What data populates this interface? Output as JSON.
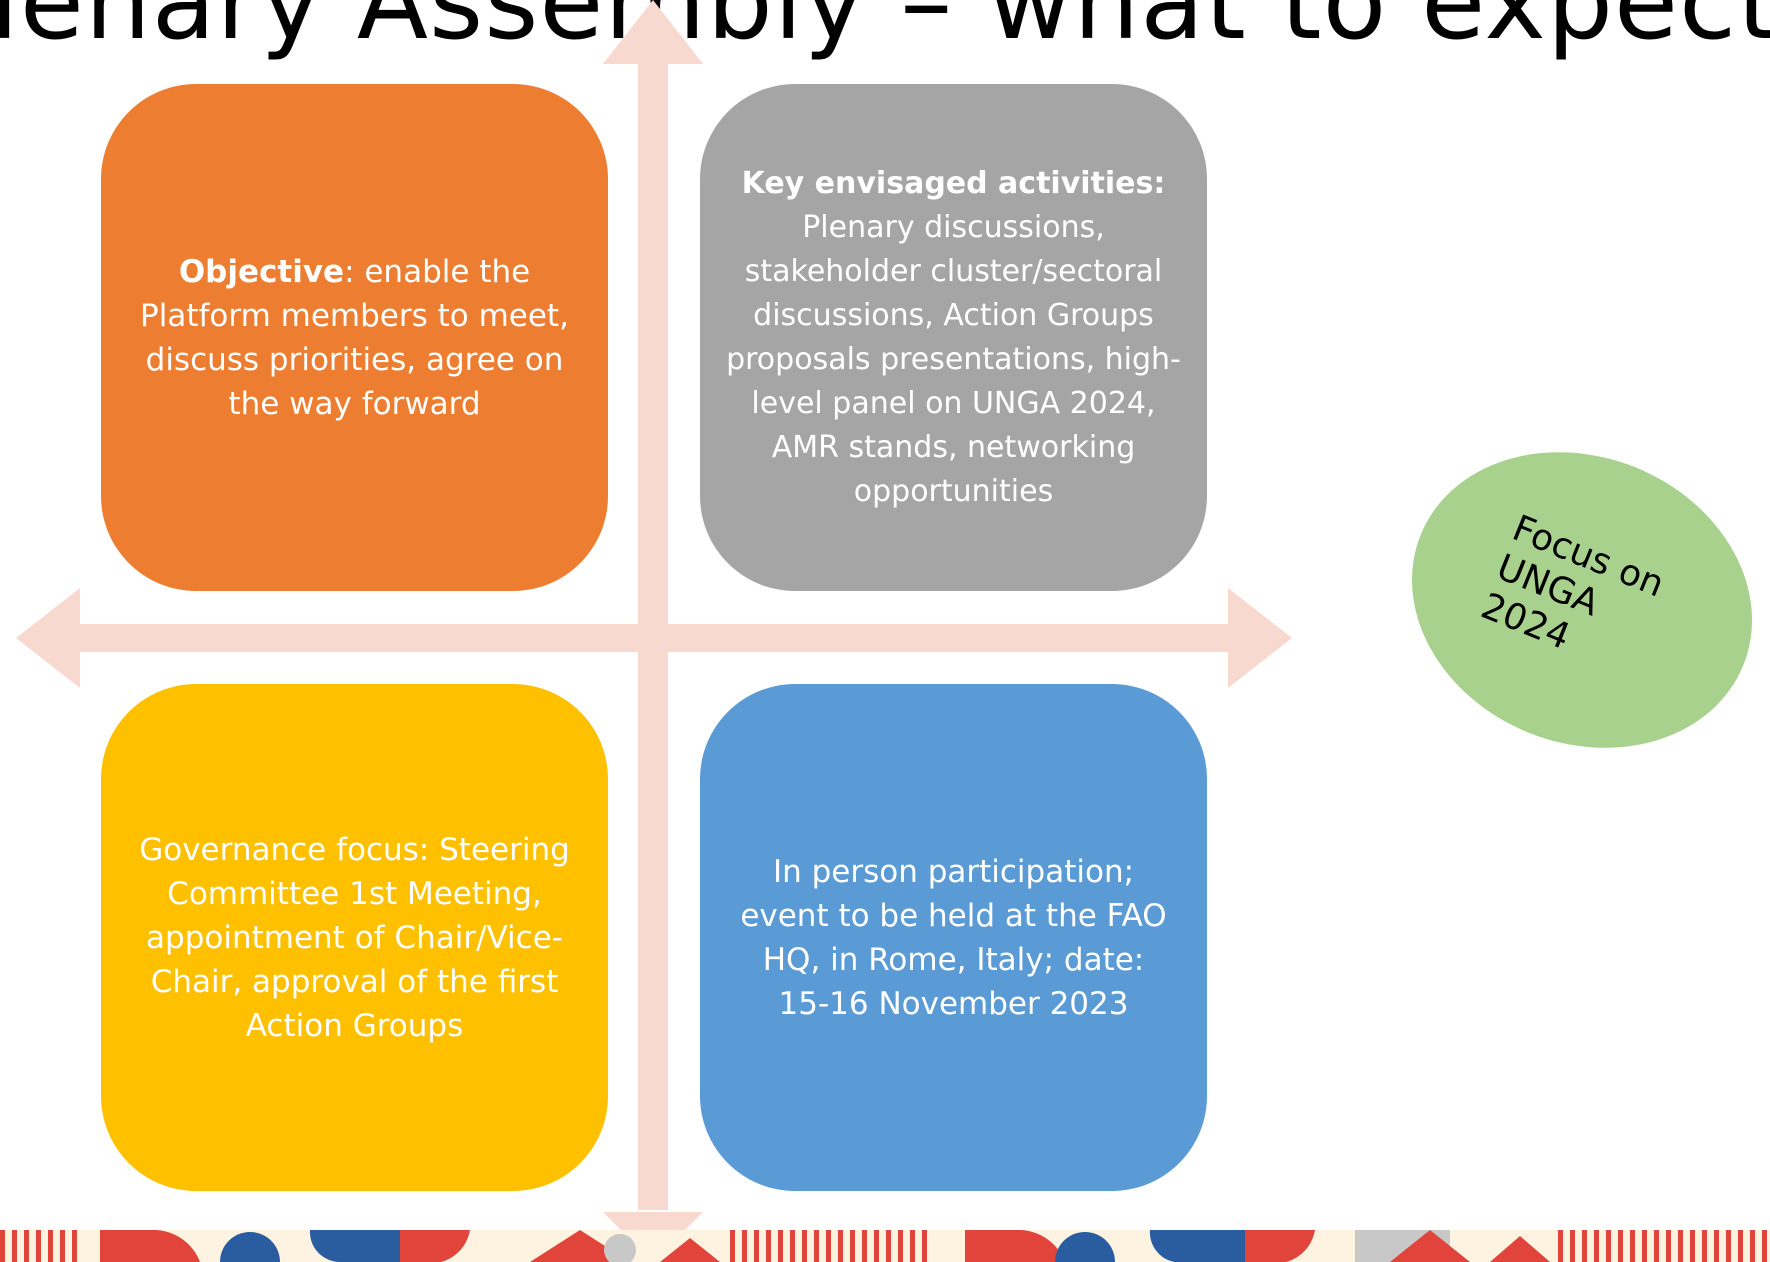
{
  "title": "lenary Assembly – what to expect ?",
  "boxes": {
    "objective": {
      "bold": "Objective",
      "text": ": enable the Platform members to meet, discuss priorities, agree on the way forward",
      "color": "#ed7d31"
    },
    "activities": {
      "bold": "Key envisaged activities:",
      "text": "Plenary discussions, stakeholder cluster/sectoral discussions, Action Groups proposals presentations, high-level panel on UNGA 2024, AMR stands, networking opportunities",
      "color": "#a5a5a5"
    },
    "governance": {
      "text": "Governance focus: Steering Committee 1st Meeting, appointment of Chair/Vice-Chair, approval of the first Action Groups",
      "color": "#ffc000"
    },
    "participation": {
      "text": "In person participation; event to be held at the FAO HQ, in Rome, Italy; date: 15-16 November 2023",
      "color": "#5b9bd5"
    }
  },
  "focus_oval": {
    "text": "Focus on\nUNGA\n2024",
    "color": "#a9d18e"
  },
  "arrow_color": "#f8d9cf",
  "band_colors": [
    "#e0443a",
    "#2a5d9f",
    "#c8c8c8",
    "#fdf3e0"
  ]
}
